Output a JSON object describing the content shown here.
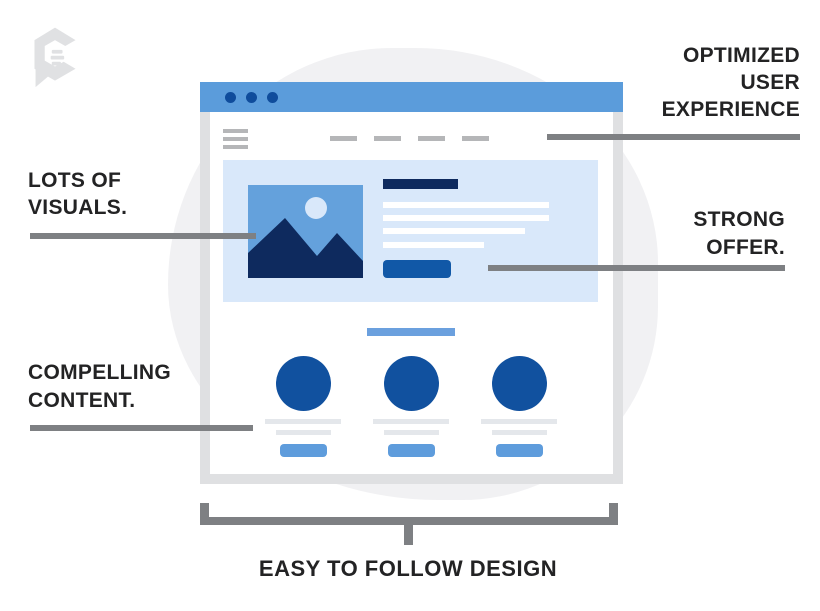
{
  "logo": {
    "icon": "clearvoice-logo",
    "color": "#E0E1E3"
  },
  "callouts": {
    "optimized": "OPTIMIZED USER EXPERIENCE",
    "visuals": "LOTS OF VISUALS.",
    "offer": "STRONG OFFER.",
    "content": "COMPELLING CONTENT."
  },
  "bracket_label": "EASY TO FOLLOW DESIGN",
  "colors": {
    "titlebar_blue": "#5B9CDB",
    "window_dot_blue": "#0F4C9C",
    "frame_gray": "#DFE0E2",
    "hero_light_blue": "#D9E8FA",
    "image_blue": "#64A1DC",
    "headline_navy": "#0E2A5E",
    "cta_blue": "#1158A7",
    "circle_blue": "#11519F",
    "small_button_blue": "#5E9CDC",
    "placeholder_gray": "#B5B6B8",
    "text_line_gray": "#E4E7EB",
    "callout_line_gray": "#7E8083",
    "blob_gray": "#F1F1F3",
    "label_text": "#232324"
  }
}
